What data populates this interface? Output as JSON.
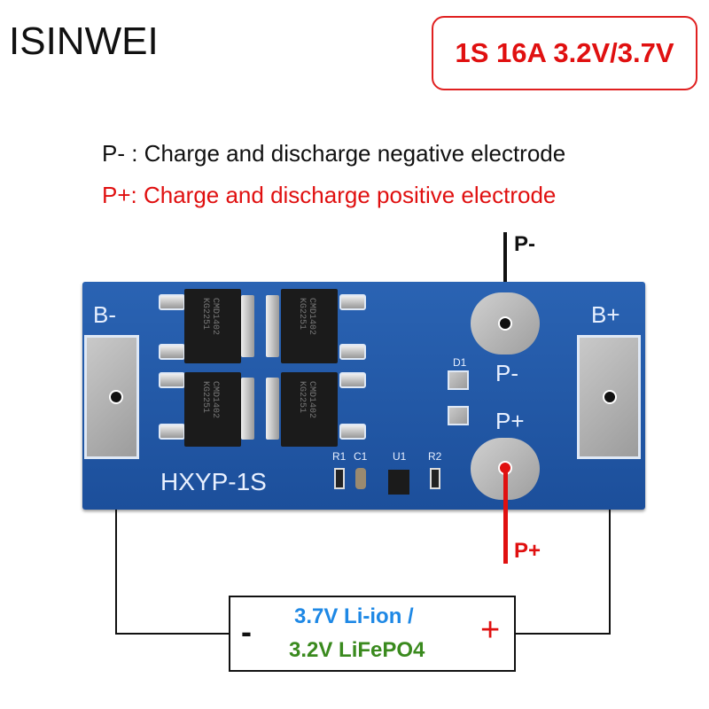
{
  "brand": "ISINWEI",
  "spec": "1S 16A 3.2V/3.7V",
  "legend": {
    "p_minus": "P- : Charge and discharge negative electrode",
    "p_plus": "P+: Charge and discharge positive electrode"
  },
  "wires": {
    "p_minus_label": "P-",
    "p_plus_label": "P+"
  },
  "board": {
    "model": "HXYP-1S",
    "b_minus": "B-",
    "b_plus": "B+",
    "p_minus": "P-",
    "p_plus": "P+",
    "chips": [
      "CMD1402 KG2251",
      "CMD1402 KG2251",
      "CMD1402 KG2251",
      "CMD1402 KG2251"
    ],
    "components": {
      "r1": "R1",
      "c1": "C1",
      "u1": "U1",
      "r2": "R2",
      "d1": "D1"
    }
  },
  "battery": {
    "minus": "-",
    "plus": "+",
    "line1": "3.7V Li-ion /",
    "line2": "3.2V LiFePO4"
  },
  "colors": {
    "red": "#e01010",
    "blue": "#1e88e5",
    "green": "#3a8a1e",
    "pcb": "#1f5aa8"
  }
}
